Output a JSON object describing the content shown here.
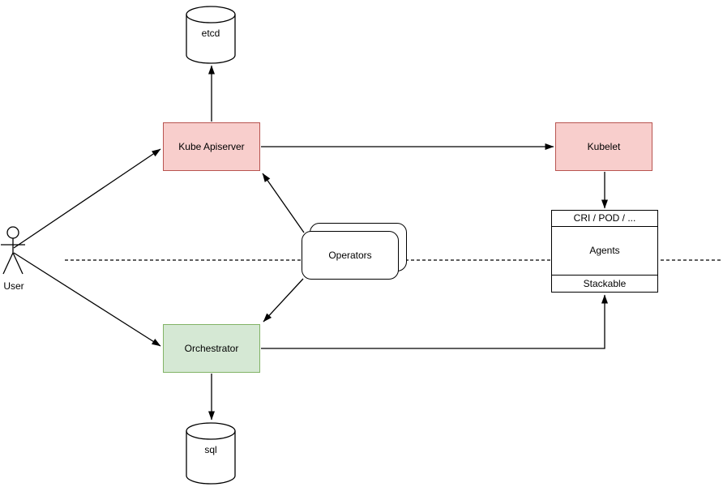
{
  "diagram": {
    "nodes": {
      "etcd": {
        "label": "etcd",
        "shape": "cylinder"
      },
      "kube_apiserver": {
        "label": "Kube Apiserver",
        "fill": "#f8cecc",
        "border": "#b85450"
      },
      "kubelet": {
        "label": "Kubelet",
        "fill": "#f8cecc",
        "border": "#b85450"
      },
      "operators": {
        "label": "Operators",
        "shape": "stacked-rounded-rect"
      },
      "orchestrator": {
        "label": "Orchestrator",
        "fill": "#d5e8d4",
        "border": "#82b366"
      },
      "agents_stack": {
        "header": "CRI / POD / ...",
        "body": "Agents",
        "footer": "Stackable"
      },
      "sql": {
        "label": "sql",
        "shape": "cylinder"
      },
      "user": {
        "label": "User",
        "shape": "actor"
      }
    },
    "edges": [
      {
        "from": "Kube Apiserver",
        "to": "etcd",
        "style": "arrow"
      },
      {
        "from": "User",
        "to": "Kube Apiserver",
        "style": "arrow"
      },
      {
        "from": "User",
        "to": "Orchestrator",
        "style": "arrow"
      },
      {
        "from": "Kube Apiserver",
        "to": "Kubelet",
        "style": "arrow"
      },
      {
        "from": "Operators",
        "to": "Kube Apiserver",
        "style": "arrow"
      },
      {
        "from": "Operators",
        "to": "Orchestrator",
        "style": "arrow"
      },
      {
        "from": "Kubelet",
        "to": "CRI / POD / ...",
        "style": "arrow"
      },
      {
        "from": "Orchestrator",
        "to": "sql",
        "style": "arrow"
      },
      {
        "from": "Orchestrator",
        "to": "Stackable",
        "style": "arrow-orthogonal"
      },
      {
        "from": "",
        "to": "",
        "style": "dashed-boundary-line"
      }
    ],
    "colors": {
      "red_fill": "#f8cecc",
      "red_border": "#b85450",
      "green_fill": "#d5e8d4",
      "green_border": "#82b366",
      "line": "#000000",
      "background": "#ffffff"
    }
  }
}
